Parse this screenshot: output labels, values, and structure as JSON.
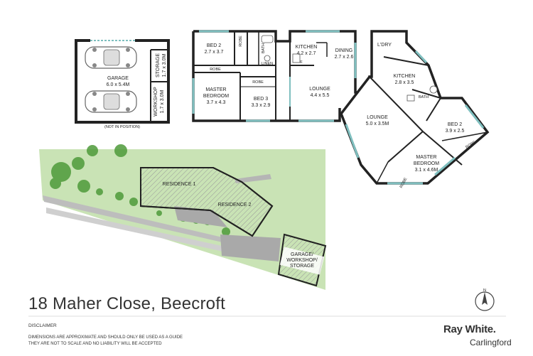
{
  "address": "18 Maher Close, Beecroft",
  "disclaimer": {
    "title": "DISCLAIMER",
    "line1": "DIMENSIONS ARE APPROXIMATE AND SHOULD ONLY BE USED AS A GUIDE",
    "line2": "THEY ARE NOT TO SCALE AND NO LIABILITY WILL BE ACCEPTED"
  },
  "agency": {
    "brand": "Ray White.",
    "office": "Carlingford"
  },
  "compass": {
    "label": "N"
  },
  "garage_plan": {
    "garage": {
      "name": "GARAGE",
      "dims": "6.0 x 5.4M"
    },
    "storage": {
      "name": "STORAGE",
      "dims": "1.7 x 3.0M"
    },
    "workshop": {
      "name": "WORKSHOP",
      "dims": "1.7 x 3.0M"
    },
    "note": "(NOT IN POSITION)"
  },
  "residence1_plan": {
    "bed2": {
      "name": "BED 2",
      "dims": "2.7 x 3.7"
    },
    "robe_a": "ROBE",
    "bath": "BATH",
    "kitchen": {
      "name": "KITCHEN",
      "dims": "4.2 x 2.7"
    },
    "dining": {
      "name": "DINING",
      "dims": "2.7 x 2.6"
    },
    "robe_b": "ROBE",
    "linen": "LINEN",
    "fridge": "F",
    "master": {
      "name": "MASTER",
      "name2": "BEDROOM",
      "dims": "3.7 x 4.3"
    },
    "robe_c": "ROBE",
    "bed3": {
      "name": "BED 3",
      "dims": "3.3 x 2.9"
    },
    "lounge": {
      "name": "LOUNGE",
      "dims": "4.4 x 5.5"
    }
  },
  "residence2_plan": {
    "ldry": "L'DRY",
    "kitchen": {
      "name": "KITCHEN",
      "dims": "2.8 x 3.5"
    },
    "bath": "BATH",
    "lounge": {
      "name": "LOUNGE",
      "dims": "5.0 x 3.5M"
    },
    "bed2": {
      "name": "BED 2",
      "dims": "3.9 x 2.5"
    },
    "robe_a": "ROBE",
    "master": {
      "name": "MASTER",
      "name2": "BEDROOM",
      "dims": "3.1 x 4.6M"
    },
    "robe_b": "ROBE"
  },
  "site_plan": {
    "residence1": "RESIDENCE 1",
    "residence2": "RESIDENCE 2",
    "outbuilding": {
      "line1": "GARAGE/",
      "line2": "WORKSHOP/",
      "line3": "STORAGE"
    }
  },
  "colors": {
    "wall": "#222222",
    "window": "#7fbfbf",
    "lawn": "#c9e3b5",
    "tree": "#4e9b3a",
    "paving": "#a9a9a9"
  }
}
